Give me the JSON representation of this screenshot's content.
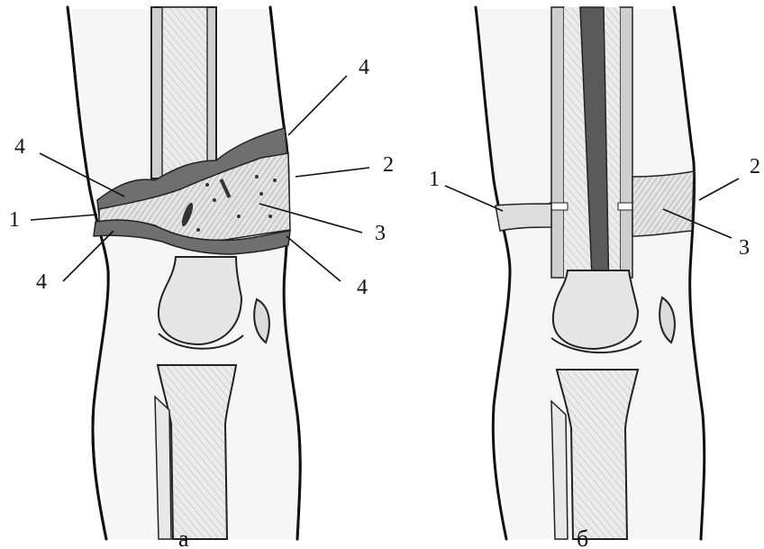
{
  "panels": [
    {
      "id": "a",
      "caption": "а",
      "callouts": [
        "4",
        "4",
        "1",
        "4",
        "2",
        "3",
        "4"
      ]
    },
    {
      "id": "b",
      "caption": "б",
      "callouts": [
        "1",
        "2",
        "3"
      ]
    }
  ],
  "colors": {
    "skin": "#f4f4f4",
    "bone": "#d9d9d9",
    "marrow": "#6b6b6b",
    "tumor": "#cfcfcf",
    "reactive_zone": "#7a7a7a",
    "nail": "#555555"
  }
}
